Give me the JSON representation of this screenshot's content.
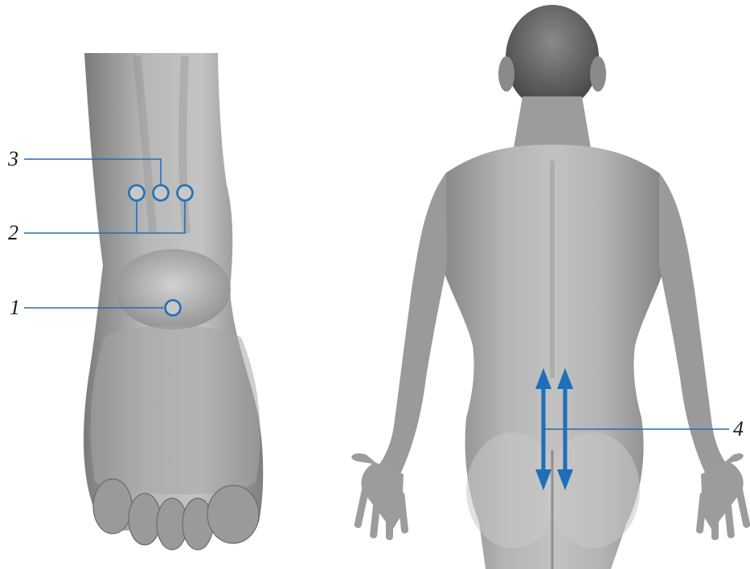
{
  "labels": {
    "l1": "1",
    "l2": "2",
    "l3": "3",
    "l4": "4"
  },
  "colors": {
    "accent": "#1f6fb8",
    "marker_fill": "#c8c8c8",
    "skin_light": "#bdbdbd",
    "skin_dark": "#6e6e6e"
  },
  "icons": {
    "point_marker": "circle",
    "direction_marker": "double-headed-arrow"
  }
}
